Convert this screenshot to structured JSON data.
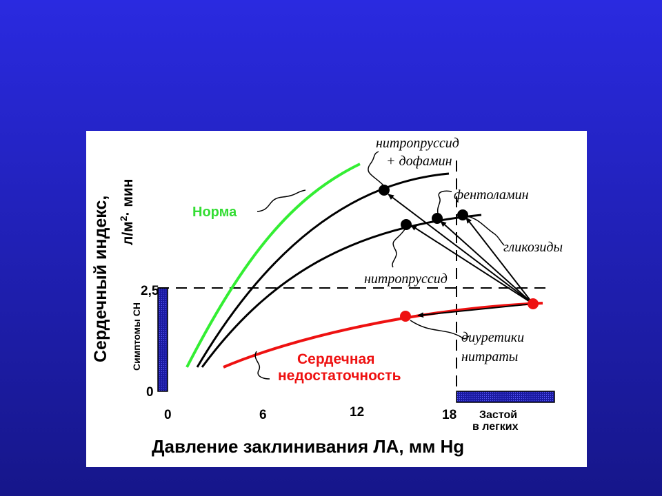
{
  "axes": {
    "x_title": "Давление заклинивания ЛА, мм Hg",
    "y_title_line1": "Сердечный индекс,",
    "y_title_line2_prefix": "л/м",
    "y_title_line2_sup": "2",
    "y_title_line2_suffix": "· мин",
    "y_side_label": "Симптомы СН",
    "x_ticks": [
      "0",
      "6",
      "12",
      "18"
    ],
    "y_ticks": [
      "0",
      "2,5"
    ],
    "congestion_line1": "Застой",
    "congestion_line2": "в легких"
  },
  "labels": {
    "norm": "Норма",
    "hf_line1": "Сердечная",
    "hf_line2": "недостаточность",
    "nitro_dopamine_line1": "нитропруссид",
    "nitro_dopamine_line2": "+ дофамин",
    "phentolamine": "фентоламин",
    "glycosides": "гликозиды",
    "nitroprusside": "нитропруссид",
    "diuretics_line1": "диуретики",
    "diuretics_line2": "нитраты"
  },
  "colors": {
    "background": "#2222cc",
    "norm_curve": "#33ee33",
    "hf_curve": "#ee1111",
    "bar_fill": "#1a1aa0",
    "curves": "#000000"
  }
}
